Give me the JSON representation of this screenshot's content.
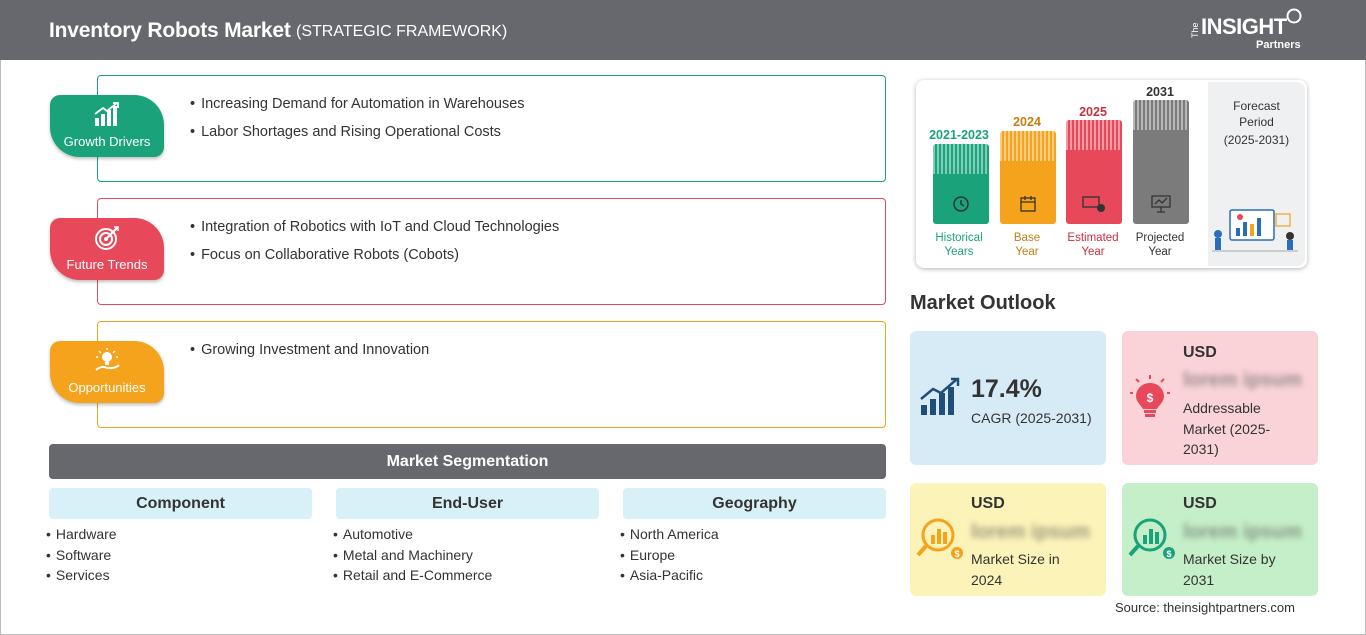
{
  "header": {
    "title": "Inventory Robots Market",
    "subtitle": "(STRATEGIC FRAMEWORK)",
    "logo_the": "The",
    "logo_insight": "INSIGHT",
    "logo_partners": "Partners"
  },
  "framework": [
    {
      "badge": "Growth Drivers",
      "color": "#1aa37a",
      "icon": "growth-chart-icon",
      "items": [
        "Increasing Demand for Automation in Warehouses",
        "Labor Shortages and Rising Operational Costs"
      ]
    },
    {
      "badge": "Future Trends",
      "color": "#e8495a",
      "icon": "target-icon",
      "items": [
        "Integration of Robotics with IoT and Cloud Technologies",
        "Focus on Collaborative Robots (Cobots)"
      ]
    },
    {
      "badge": "Opportunities",
      "color": "#f5a21c",
      "icon": "lightbulb-hand-icon",
      "items": [
        "Growing Investment and Innovation"
      ]
    }
  ],
  "segmentation": {
    "title": "Market Segmentation",
    "columns": [
      {
        "header": "Component",
        "items": [
          "Hardware",
          "Software",
          "Services"
        ]
      },
      {
        "header": "End-User",
        "items": [
          "Automotive",
          "Metal and Machinery",
          "Retail and E-Commerce"
        ]
      },
      {
        "header": "Geography",
        "items": [
          "North America",
          "Europe",
          "Asia-Pacific"
        ]
      }
    ]
  },
  "timeline": {
    "columns": [
      {
        "year": "2021-2023",
        "caption_1": "Historical",
        "caption_2": "Years",
        "color": "#1aa37a",
        "icon": "history-icon"
      },
      {
        "year": "2024",
        "caption_1": "Base",
        "caption_2": "Year",
        "color": "#f5a21c",
        "icon": "calendar-icon"
      },
      {
        "year": "2025",
        "caption_1": "Estimated",
        "caption_2": "Year",
        "color": "#e8495a",
        "icon": "estimate-icon"
      },
      {
        "year": "2031",
        "caption_1": "Projected",
        "caption_2": "Year",
        "color": "#7b7b7b",
        "icon": "presentation-icon"
      }
    ],
    "forecast_1": "Forecast",
    "forecast_2": "Period",
    "forecast_3": "(2025-2031)"
  },
  "outlook": {
    "title": "Market Outlook",
    "cagr": {
      "value": "17.4%",
      "label": "CAGR (2025-2031)",
      "color": "#d7ebf7"
    },
    "addressable": {
      "usd": "USD",
      "value": "lorem ipsum",
      "desc_1": "Addressable",
      "desc_2": "Market (2025-",
      "desc_3": "2031)",
      "color": "#f9d3d8"
    },
    "size_2024": {
      "usd": "USD",
      "value": "lorem ipsum",
      "desc_1": "Market Size in",
      "desc_2": "2024",
      "color": "#fbf3b8"
    },
    "size_2031": {
      "usd": "USD",
      "value": "lorem ipsum",
      "desc_1": "Market Size by",
      "desc_2": "2031",
      "color": "#c5efc8"
    }
  },
  "source": "Source: theinsightpartners.com"
}
